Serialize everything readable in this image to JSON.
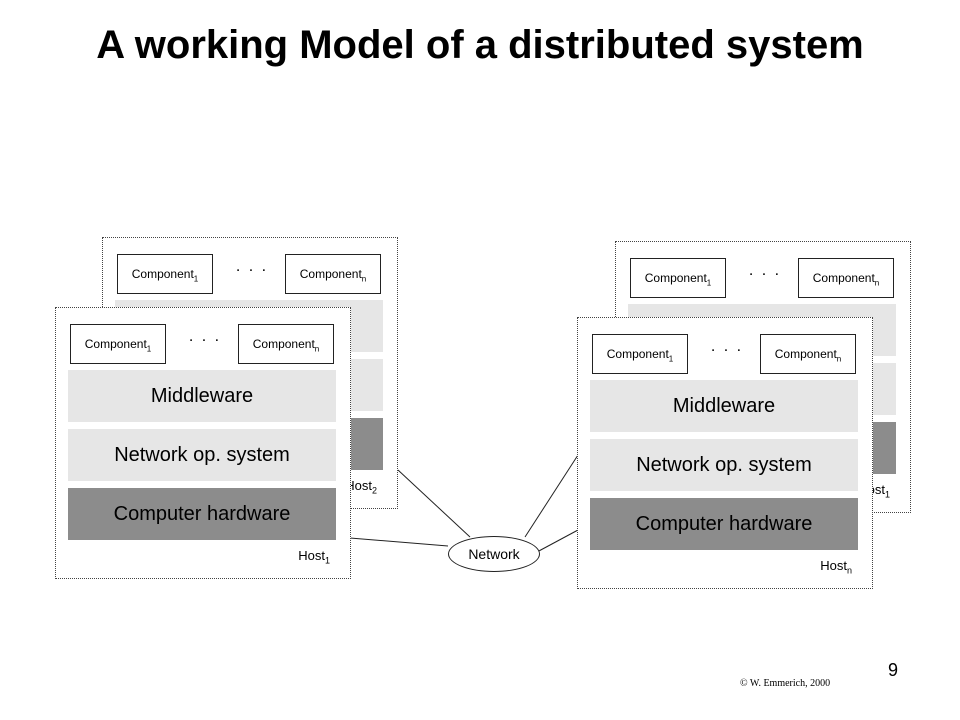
{
  "title": "A working Model of a distributed system",
  "component": {
    "label": "Component",
    "first_sub": "1",
    "last_sub": "n",
    "ellipsis": ". . ."
  },
  "layers": {
    "middleware": "Middleware",
    "network_os": "Network op. system",
    "hardware": "Computer hardware"
  },
  "hosts": [
    {
      "label": "Host",
      "sub": "2"
    },
    {
      "label": "Host",
      "sub": "1"
    },
    {
      "label": "Host",
      "sub": "1"
    },
    {
      "label": "Host",
      "sub": "n"
    }
  ],
  "network": "Network",
  "copyright": "© W. Emmerich, 2000",
  "page_number": "9",
  "colors": {
    "light_layer": "#e6e6e6",
    "hardware_layer": "#8c8c8c"
  }
}
